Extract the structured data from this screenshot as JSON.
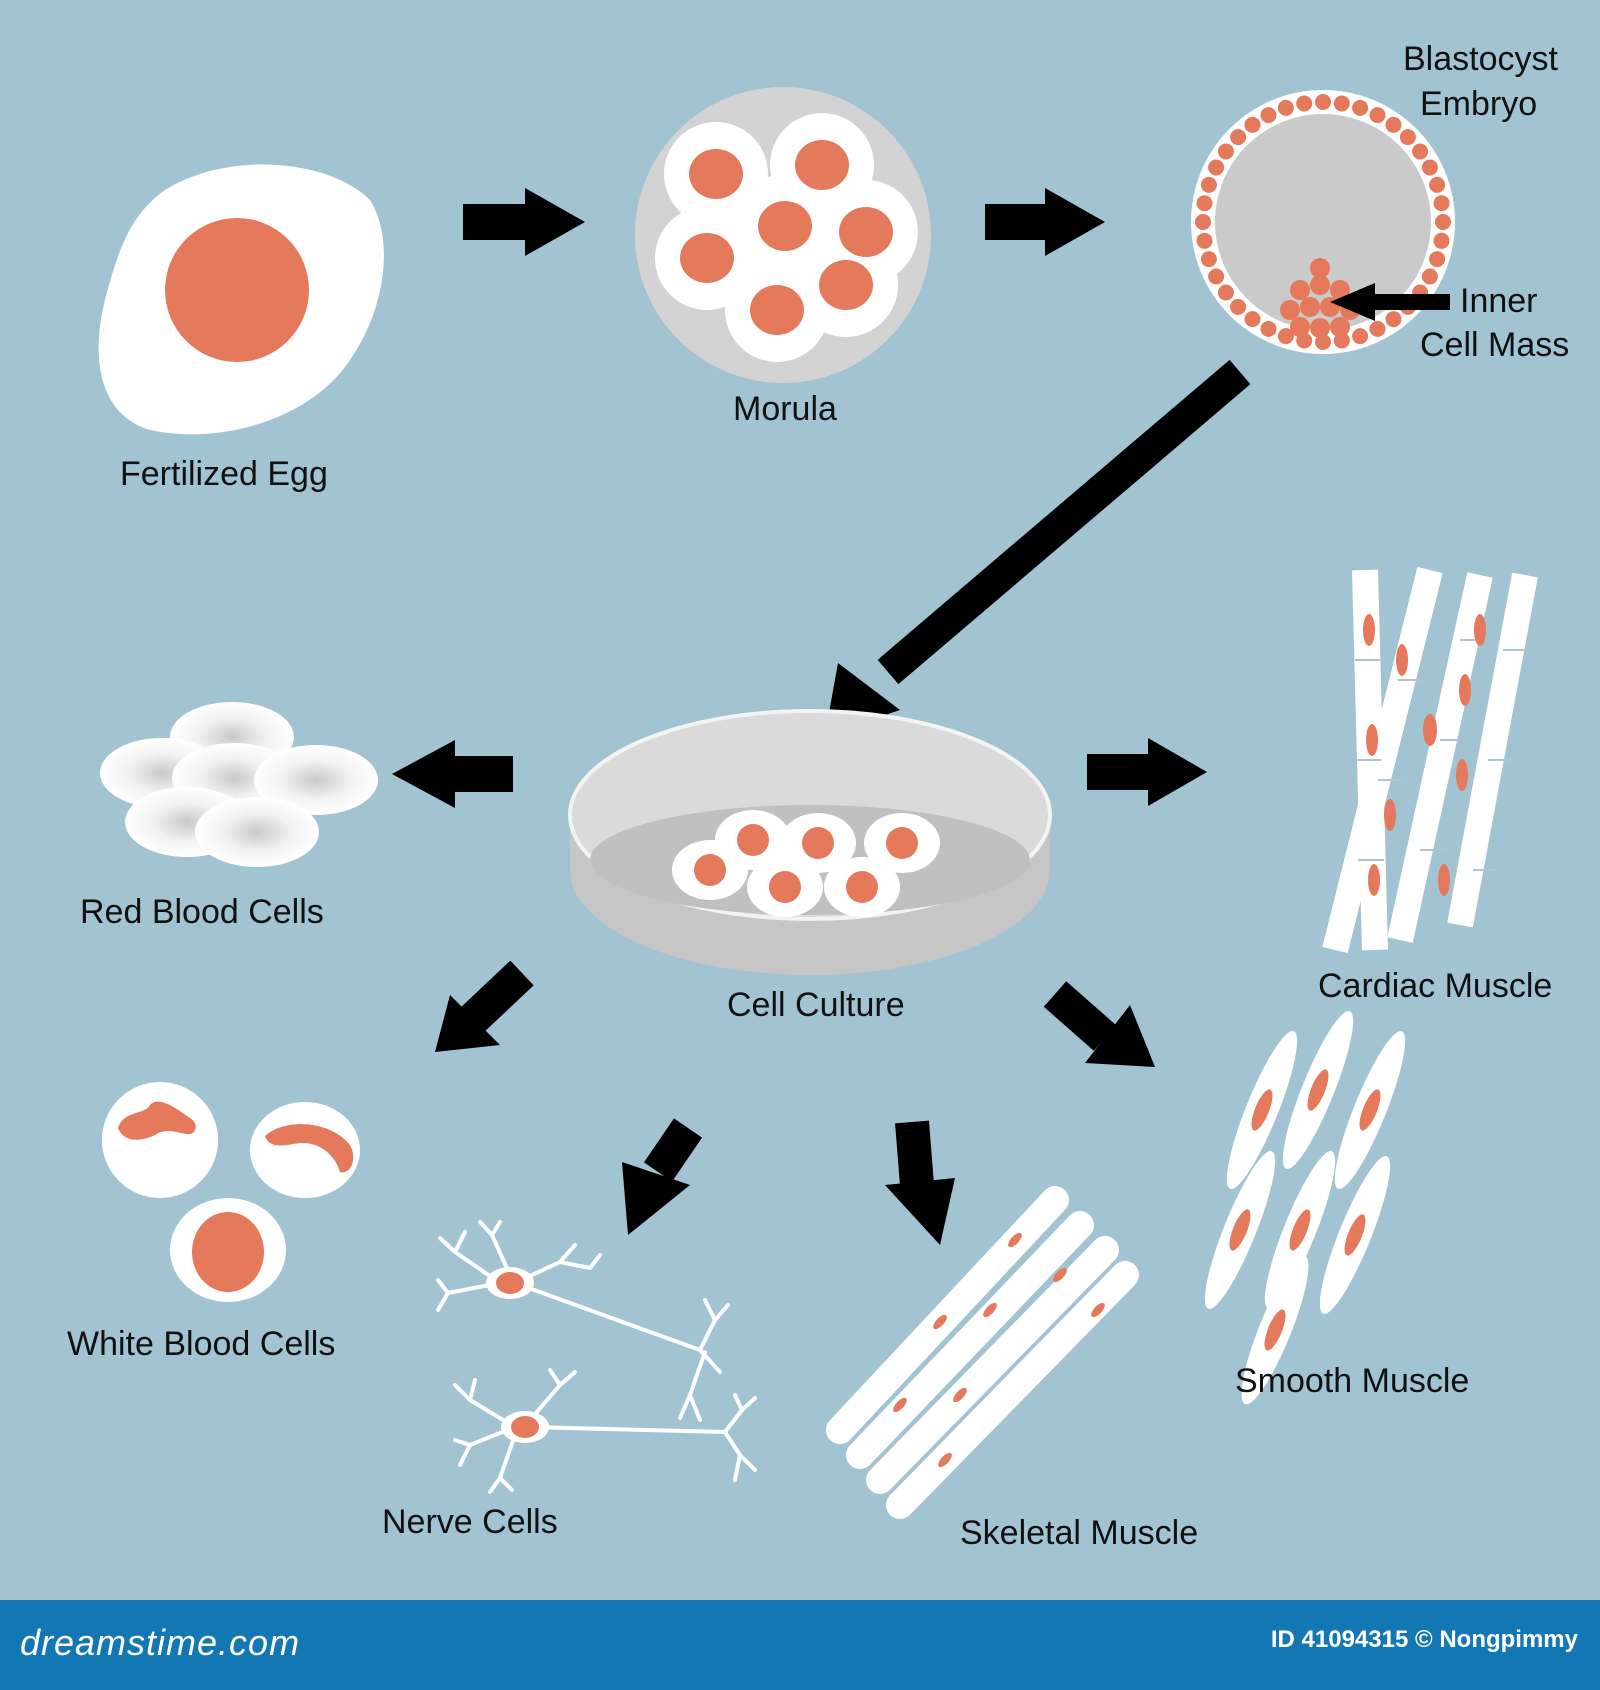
{
  "labels": {
    "fertilized_egg": "Fertilized Egg",
    "morula": "Morula",
    "blastocyst_line1": "Blastocyst",
    "blastocyst_line2": "Embryo",
    "inner_line1": "Inner",
    "inner_line2": "Cell Mass",
    "cell_culture": "Cell Culture",
    "red_blood": "Red Blood Cells",
    "white_blood": "White Blood Cells",
    "nerve": "Nerve Cells",
    "skeletal": "Skeletal Muscle",
    "smooth": "Smooth Muscle",
    "cardiac": "Cardiac Muscle"
  },
  "colors": {
    "background": "#a2c4d2",
    "nucleus": "#e5795c",
    "cell": "#ffffff",
    "arrow": "#000000",
    "footer": "#1277b3"
  },
  "footer": {
    "logo": "dreamstime.com",
    "id": "ID 41094315 © Nongpimmy"
  }
}
